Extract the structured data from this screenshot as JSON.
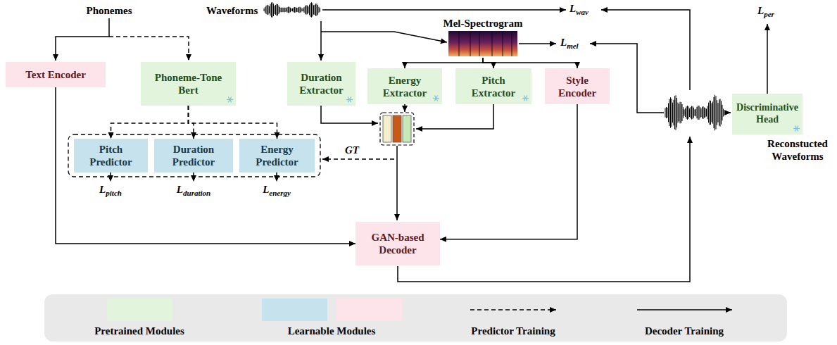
{
  "diagram": {
    "nodes": [
      {
        "text": [
          "Text Encoder"
        ]
      },
      {
        "text": [
          "Phoneme-Tone Bert"
        ]
      },
      {
        "text": [
          "Duration Extractor"
        ]
      },
      {
        "text": [
          "Mel-Spectrogram"
        ]
      },
      {
        "text": [
          "Energy Extractor"
        ]
      },
      {
        "text": [
          "Pitch Extractor"
        ]
      },
      {
        "text": [
          "Style Encoder"
        ]
      },
      {
        "text": [
          "Pitch Predictor"
        ]
      },
      {
        "text": [
          "Duration Predictor"
        ]
      },
      {
        "text": [
          "Energy Predictor"
        ]
      },
      {
        "text": [
          "GAN-based Decoder"
        ]
      },
      {
        "text": [
          "Discriminative Head"
        ]
      }
    ],
    "edges": [
      {
        "from": 0,
        "to": 10,
        "arrow": "to"
      },
      {
        "from": 1,
        "to": 7,
        "arrow": "to"
      },
      {
        "from": 1,
        "to": 8,
        "arrow": "to"
      },
      {
        "from": 1,
        "to": 9,
        "arrow": "to"
      },
      {
        "from": 3,
        "to": 4,
        "arrow": "to"
      },
      {
        "from": 3,
        "to": 5,
        "arrow": "to"
      },
      {
        "from": 3,
        "to": 6,
        "arrow": "to"
      },
      {
        "from": 6,
        "to": 10,
        "arrow": "to"
      }
    ],
    "labels": [
      "Phonemes",
      "Waveforms",
      "Lwav",
      "Lper",
      "Lmel",
      "GT",
      "Lpitch",
      "Lduration",
      "Lenergy",
      "Reconstucted Waveforms"
    ],
    "legend": [
      {
        "text": "Pretrained Modules",
        "color": "#e3f4dc"
      },
      {
        "text": "Learnable Modules",
        "color": "#c6e2ec"
      },
      {
        "text": "Predictor Training"
      },
      {
        "text": "Decoder Training"
      }
    ]
  }
}
